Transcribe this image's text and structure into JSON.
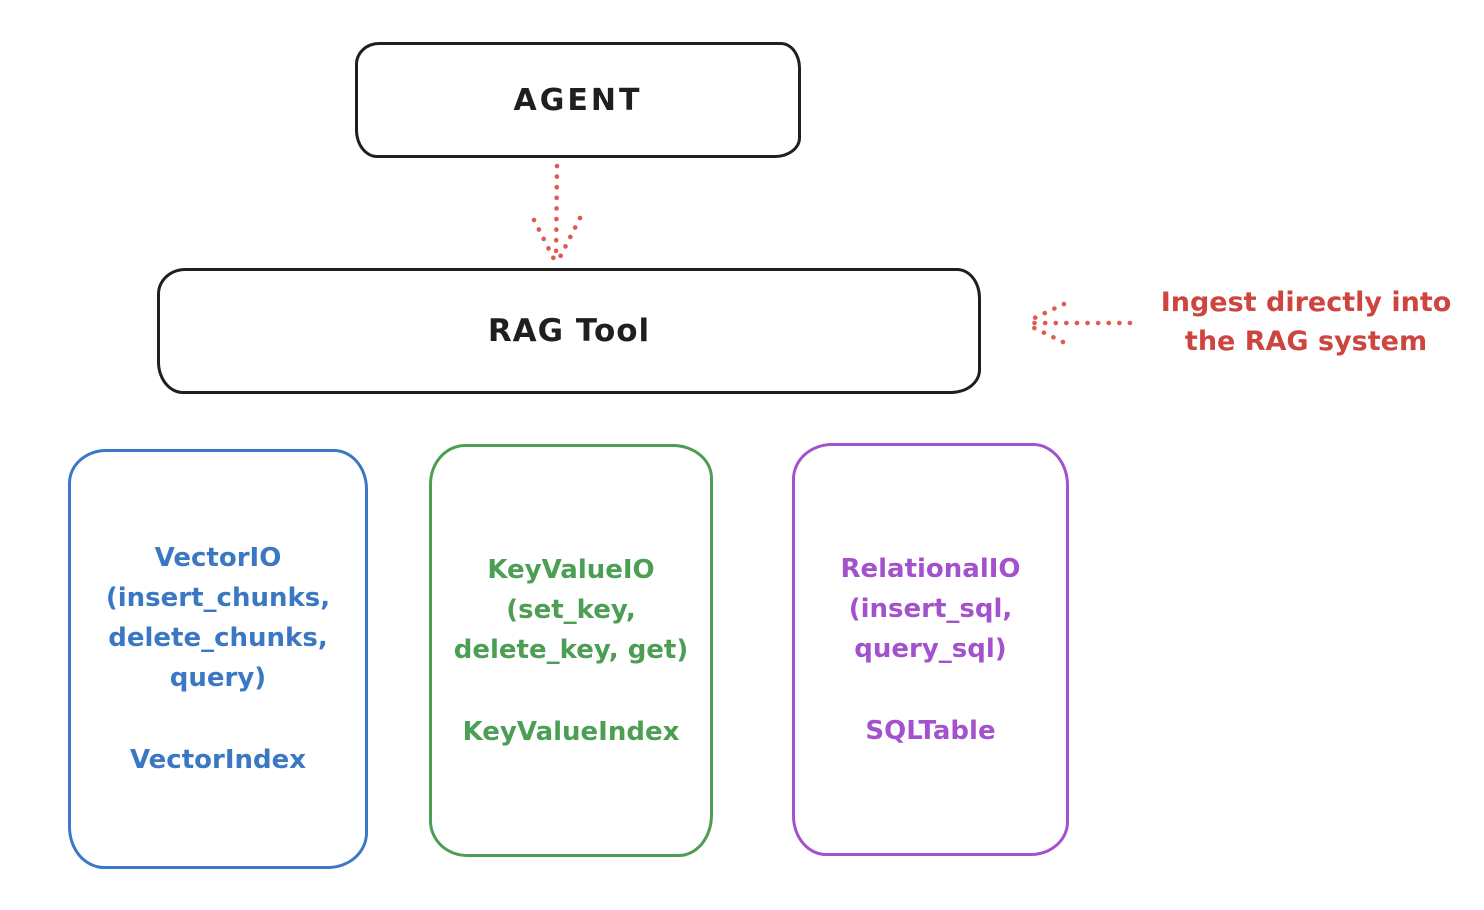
{
  "palette": {
    "stroke_black": "#1f1f1f",
    "arrow_red": "#e05a50",
    "annotation_red": "#cd453e",
    "vector_blue": "#3b78c3",
    "keyvalue_green": "#4b9e53",
    "relational_purple": "#a351cc",
    "background": "#ffffff"
  },
  "nodes": {
    "agent": {
      "label": "AGENT"
    },
    "rag_tool": {
      "label": "RAG Tool"
    },
    "vector_io": {
      "title_lines": [
        "VectorIO",
        "(insert_chunks,",
        "delete_chunks,",
        "query)"
      ],
      "footer": "VectorIndex",
      "color": "#3b78c3"
    },
    "key_value_io": {
      "title_lines": [
        "KeyValueIO",
        "(set_key,",
        "delete_key, get)"
      ],
      "footer": "KeyValueIndex",
      "color": "#4b9e53"
    },
    "relational_io": {
      "title_lines": [
        "RelationalIO",
        "(insert_sql,",
        "query_sql)"
      ],
      "footer": "SQLTable",
      "color": "#a351cc"
    }
  },
  "annotation": {
    "lines": [
      "Ingest directly into",
      "the RAG system"
    ],
    "color": "#cd453e"
  },
  "arrows": [
    {
      "name": "agent-to-rag-tool",
      "style": "dotted",
      "direction": "down",
      "color": "#e05a50"
    },
    {
      "name": "ingest-into-rag-tool",
      "style": "dotted",
      "direction": "left",
      "color": "#e05a50"
    }
  ]
}
